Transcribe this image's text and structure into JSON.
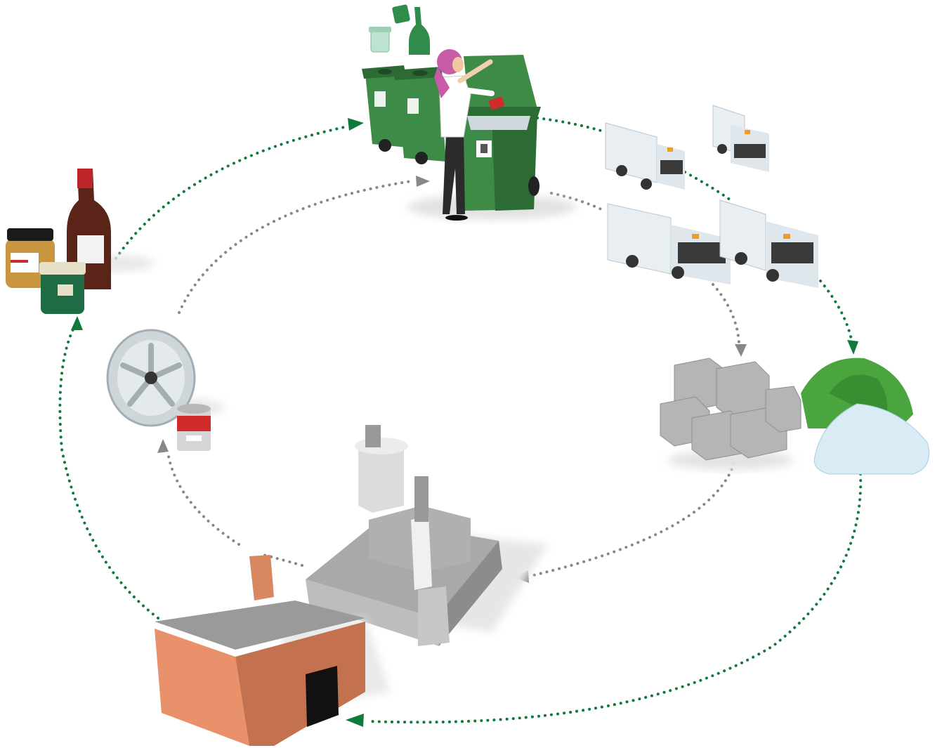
{
  "diagram": {
    "nodes": [
      {
        "id": "recycling-bins",
        "kind": "collection"
      },
      {
        "id": "collection-trucks",
        "kind": "transport"
      },
      {
        "id": "glass-cullet",
        "kind": "sorted-material"
      },
      {
        "id": "metal-bales",
        "kind": "sorted-material"
      },
      {
        "id": "glass-factory",
        "kind": "processing"
      },
      {
        "id": "metal-smelter",
        "kind": "processing"
      },
      {
        "id": "glass-products",
        "kind": "new-product"
      },
      {
        "id": "metal-products",
        "kind": "new-product"
      }
    ],
    "cycles": [
      {
        "name": "glass",
        "color": "#0f7a3c",
        "path": [
          "recycling-bins",
          "collection-trucks",
          "glass-cullet",
          "glass-factory",
          "glass-products",
          "recycling-bins"
        ]
      },
      {
        "name": "metal",
        "color": "#888888",
        "path": [
          "recycling-bins",
          "collection-trucks",
          "metal-bales",
          "metal-smelter",
          "metal-products",
          "recycling-bins"
        ]
      }
    ]
  },
  "colors": {
    "bin_green": "#3e8a47",
    "bin_dark": "#2d6b35",
    "truck_white": "#e8eef2",
    "truck_shade": "#b9c6d0",
    "factory_orange": "#e8916a",
    "factory_dark": "#c3714f",
    "smelter_grey": "#a9a9a9",
    "cullet_green": "#4aa53e",
    "cullet_white": "#d9ebf5",
    "bale_grey": "#b5b5b5",
    "arrow_green": "#0f7a3c",
    "arrow_grey": "#888888"
  }
}
